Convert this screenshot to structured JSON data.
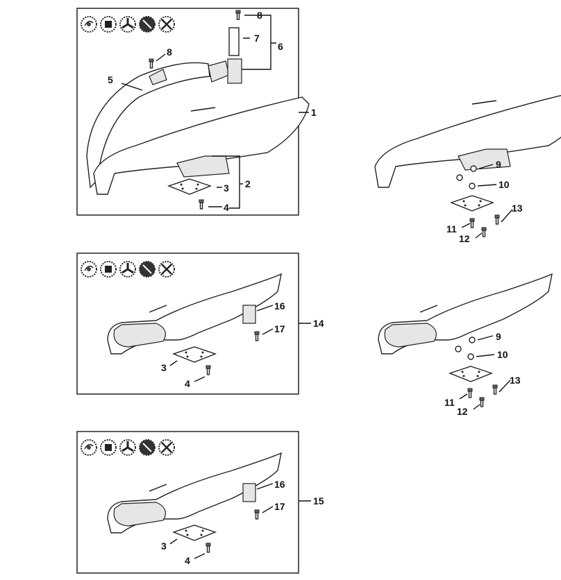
{
  "diagram": {
    "tool_icons": [
      "trimmer-head-icon",
      "polycut-icon",
      "grass-blade-3-icon",
      "saw-blade-icon",
      "grass-blade-4-icon"
    ],
    "labels": {
      "b1_8a": "8",
      "b1_7": "7",
      "b1_6": "6",
      "b1_8b": "8",
      "b1_5": "5",
      "b1_1": "1",
      "b1_3": "3",
      "b1_2": "2",
      "b1_4": "4",
      "r1_9": "9",
      "r1_10": "10",
      "r1_13": "13",
      "r1_11": "11",
      "r1_12": "12",
      "b2_16": "16",
      "b2_17": "17",
      "b2_14": "14",
      "b2_3": "3",
      "b2_4": "4",
      "r2_9": "9",
      "r2_10": "10",
      "r2_13": "13",
      "r2_11": "11",
      "r2_12": "12",
      "b3_16": "16",
      "b3_17": "17",
      "b3_15": "15",
      "b3_3": "3",
      "b3_4": "4"
    }
  }
}
